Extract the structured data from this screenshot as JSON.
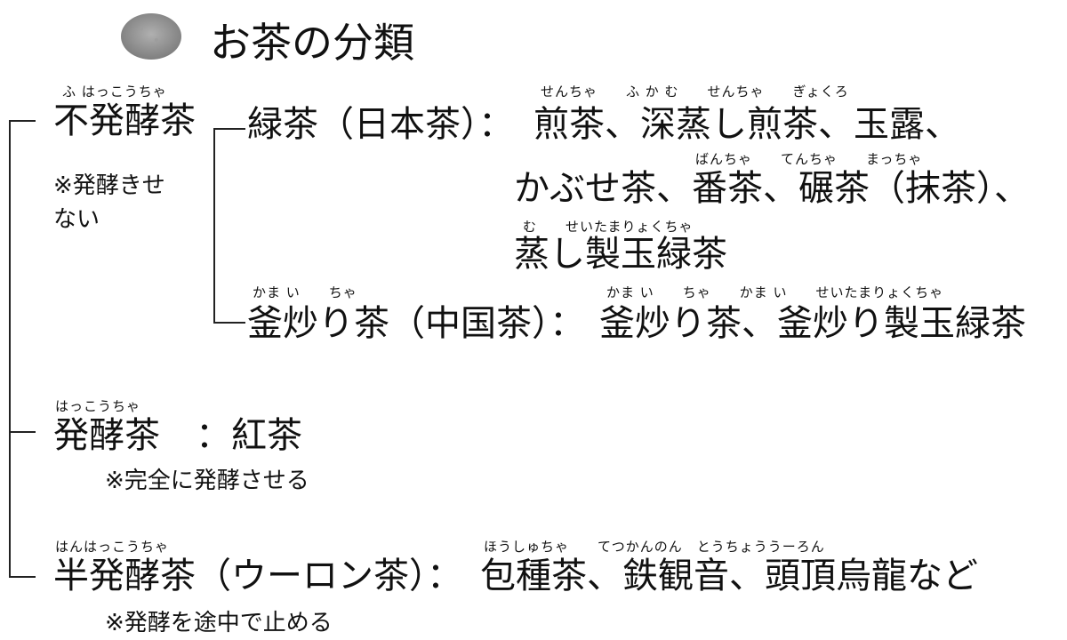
{
  "title": "お茶の分類",
  "categories": [
    {
      "ruby": "ふ はっこうちゃ",
      "label": "不発酵茶",
      "note_line1": "※発酵きせ",
      "note_line2": "ない",
      "branches": [
        {
          "ruby": "",
          "label": "緑茶（日本茶）：",
          "items_ruby_1": "せんちゃ　　ふ か む　　せんちゃ　　ぎょくろ",
          "items_1": "煎茶、深蒸し煎茶、玉露、",
          "items_ruby_2": "ばんちゃ　　てんちゃ　　まっちゃ",
          "items_2": "かぶせ茶、番茶、碾茶（抹茶）、",
          "items_ruby_3": "む　　せいたまりょくちゃ",
          "items_3": "蒸し製玉緑茶"
        },
        {
          "ruby": "かま い　　ちゃ",
          "label": "釜炒り茶（中国茶）：",
          "items_ruby_1": "かま い　　ちゃ　　かま い　　せいたまりょくちゃ",
          "items_1": "釜炒り茶、釜炒り製玉緑茶"
        }
      ]
    },
    {
      "ruby": "はっこうちゃ",
      "label": "発酵茶　：紅茶",
      "note": "※完全に発酵させる"
    },
    {
      "ruby": "はんはっこうちゃ",
      "label": "半発酵茶（ウーロン茶）：",
      "items_ruby": "ほうしゅちゃ　　てつかんのん　とうちょううーろん",
      "items": "包種茶、鉄観音、頭頂烏龍など",
      "note": "※発酵を途中で止める"
    }
  ],
  "colors": {
    "text": "#111111",
    "line": "#222222",
    "badge": "#8a8a8a"
  },
  "icons": {
    "title_badge": "round-badge-icon"
  }
}
